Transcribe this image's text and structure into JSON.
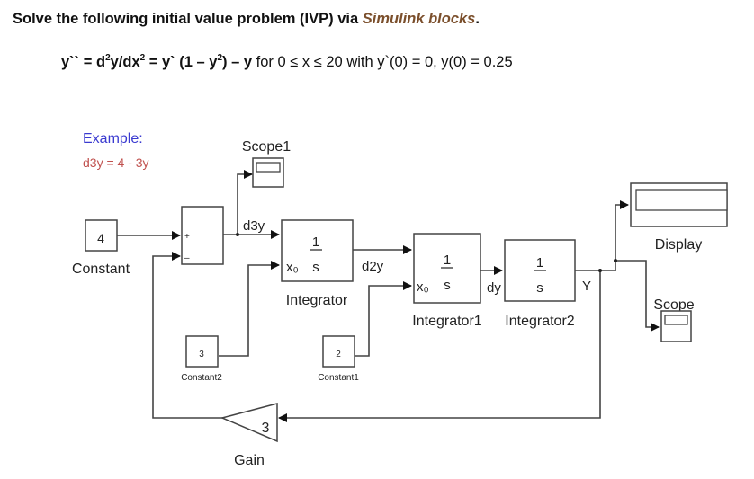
{
  "header": {
    "title_prefix": "Solve the following initial value problem (IVP) via ",
    "title_accent": "Simulink blocks",
    "title_suffix": ".",
    "equation_lhs": "y`` = d",
    "equation_sup1": "2",
    "equation_mid1": "y/dx",
    "equation_sup2": "2",
    "equation_mid2": " = y` (1 – y",
    "equation_sup3": "2",
    "equation_mid3": ") – y",
    "equation_range": " for 0 ≤ x ≤ 20  with y`(0) = 0,  y(0) = 0.25"
  },
  "example": {
    "label": "Example:",
    "equation": "d3y = 4 - 3y"
  },
  "colors": {
    "accent_brown": "#7b4f2c",
    "example_blue": "#3a3ad0",
    "example_red": "#c0504d",
    "line": "#333333"
  },
  "blocks": {
    "constant": {
      "value": "4",
      "name": "Constant"
    },
    "sum": {
      "plus": "+",
      "minus": "–"
    },
    "scope1": {
      "name": "Scope1"
    },
    "integrator": {
      "num": "1",
      "den": "s",
      "x0": "x₀",
      "name": "Integrator"
    },
    "integrator1": {
      "num": "1",
      "den": "s",
      "x0": "x₀",
      "name": "Integrator1"
    },
    "integrator2": {
      "num": "1",
      "den": "s",
      "name": "Integrator2"
    },
    "constant2": {
      "value": "3",
      "name": "Constant2"
    },
    "constant1": {
      "value": "2",
      "name": "Constant1"
    },
    "gain": {
      "value": "3",
      "name": "Gain"
    },
    "display": {
      "name": "Display"
    },
    "scope": {
      "name": "Scope"
    }
  },
  "signals": {
    "d3y": "d3y",
    "d2y": "d2y",
    "dy": "dy",
    "y": "Y"
  }
}
